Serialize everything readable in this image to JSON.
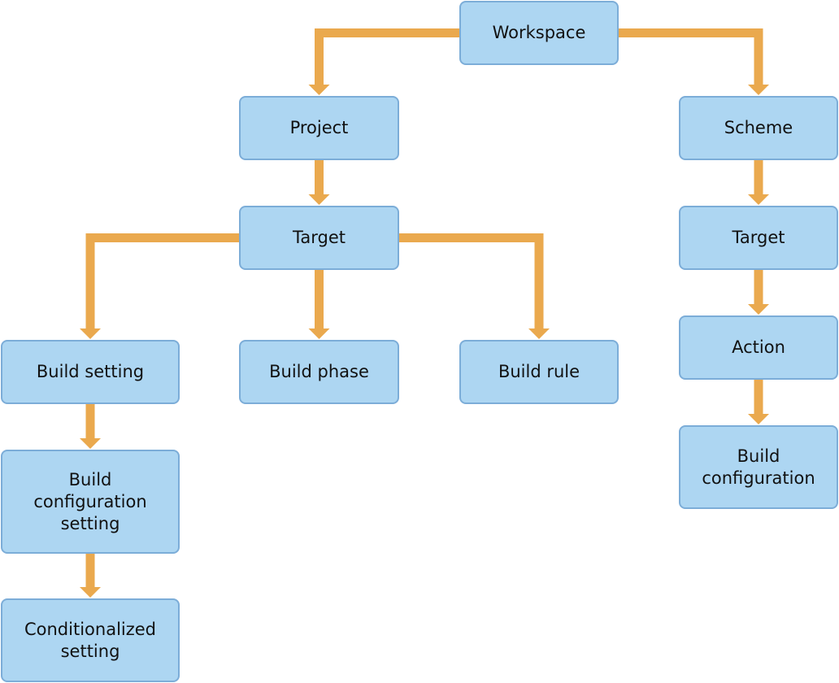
{
  "colors": {
    "node_fill": "#add6f2",
    "node_border": "#7cadd8",
    "connector": "#eaa94e",
    "text": "#111111"
  },
  "nodes": {
    "workspace": "Workspace",
    "project": "Project",
    "target_left": "Target",
    "build_setting": "Build setting",
    "build_phase": "Build phase",
    "build_rule": "Build rule",
    "build_configuration_setting": "Build\nconfiguration\nsetting",
    "conditionalized_setting": "Conditionalized\nsetting",
    "scheme": "Scheme",
    "target_right": "Target",
    "action": "Action",
    "build_configuration": "Build\nconfiguration"
  },
  "edges": [
    {
      "from": "workspace",
      "to": "project"
    },
    {
      "from": "workspace",
      "to": "scheme"
    },
    {
      "from": "project",
      "to": "target_left"
    },
    {
      "from": "target_left",
      "to": "build_setting"
    },
    {
      "from": "target_left",
      "to": "build_phase"
    },
    {
      "from": "target_left",
      "to": "build_rule"
    },
    {
      "from": "build_setting",
      "to": "build_configuration_setting"
    },
    {
      "from": "build_configuration_setting",
      "to": "conditionalized_setting"
    },
    {
      "from": "scheme",
      "to": "target_right"
    },
    {
      "from": "target_right",
      "to": "action"
    },
    {
      "from": "action",
      "to": "build_configuration"
    }
  ]
}
